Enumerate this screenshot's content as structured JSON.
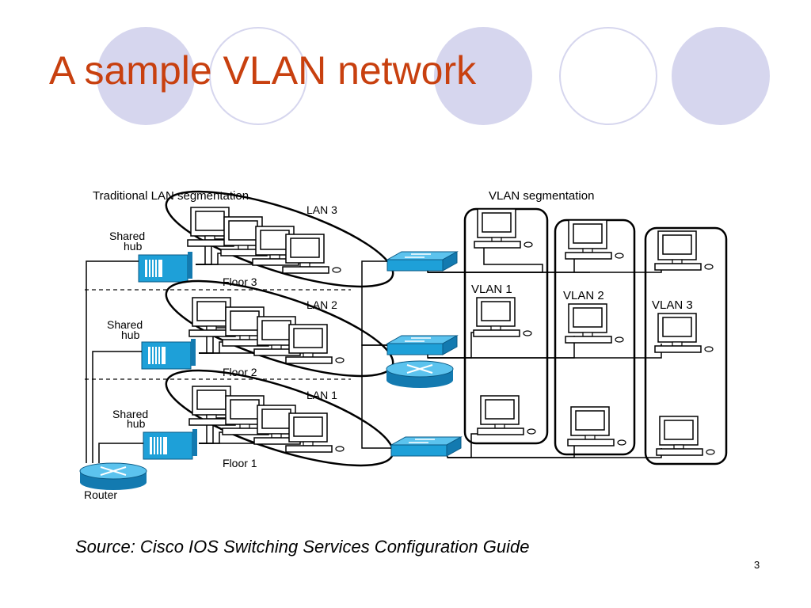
{
  "slide": {
    "title": "A sample VLAN network",
    "source": "Source: Cisco IOS Switching Services Configuration Guide",
    "page_number": "3",
    "title_color": "#c8400f",
    "decor_color": "#d6d6ee",
    "device_color": "#1ea0d8"
  },
  "diagram": {
    "left_heading": "Traditional LAN segmentation",
    "right_heading": "VLAN segmentation",
    "floors": [
      {
        "lan_label": "LAN 3",
        "hub_label_line1": "Shared",
        "hub_label_line2": "hub",
        "floor_label": "Floor 3"
      },
      {
        "lan_label": "LAN 2",
        "hub_label_line1": "Shared",
        "hub_label_line2": "hub",
        "floor_label": "Floor 2"
      },
      {
        "lan_label": "LAN 1",
        "hub_label_line1": "Shared",
        "hub_label_line2": "hub",
        "floor_label": "Floor 1"
      }
    ],
    "router_label": "Router",
    "vlans": [
      {
        "label": "VLAN 1"
      },
      {
        "label": "VLAN 2"
      },
      {
        "label": "VLAN 3"
      }
    ]
  }
}
